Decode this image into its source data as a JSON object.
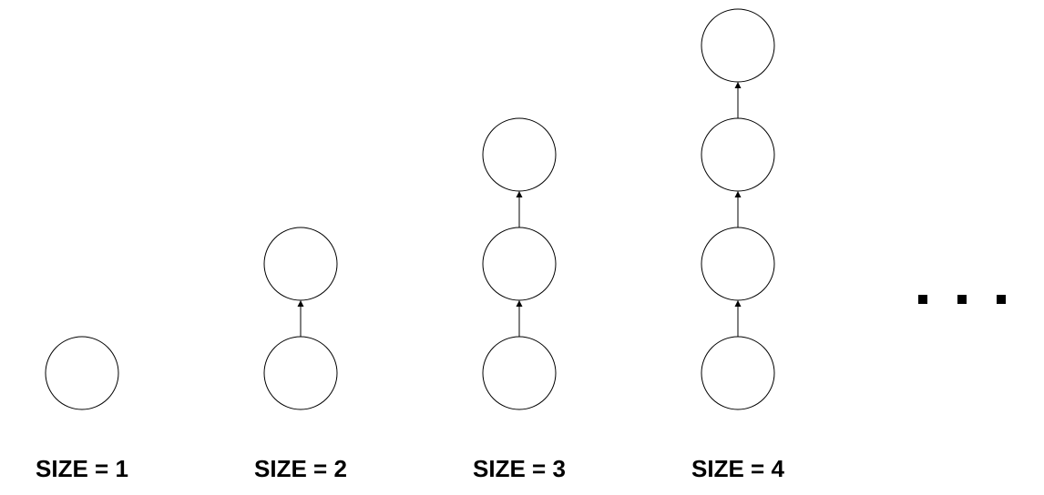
{
  "diagram": {
    "stacks": [
      {
        "label": "SIZE = 1",
        "nodes": 1
      },
      {
        "label": "SIZE = 2",
        "nodes": 2
      },
      {
        "label": "SIZE = 3",
        "nodes": 3
      },
      {
        "label": "SIZE = 4",
        "nodes": 4
      }
    ],
    "colors": {
      "stroke": "#000000",
      "fill": "#ffffff"
    }
  }
}
